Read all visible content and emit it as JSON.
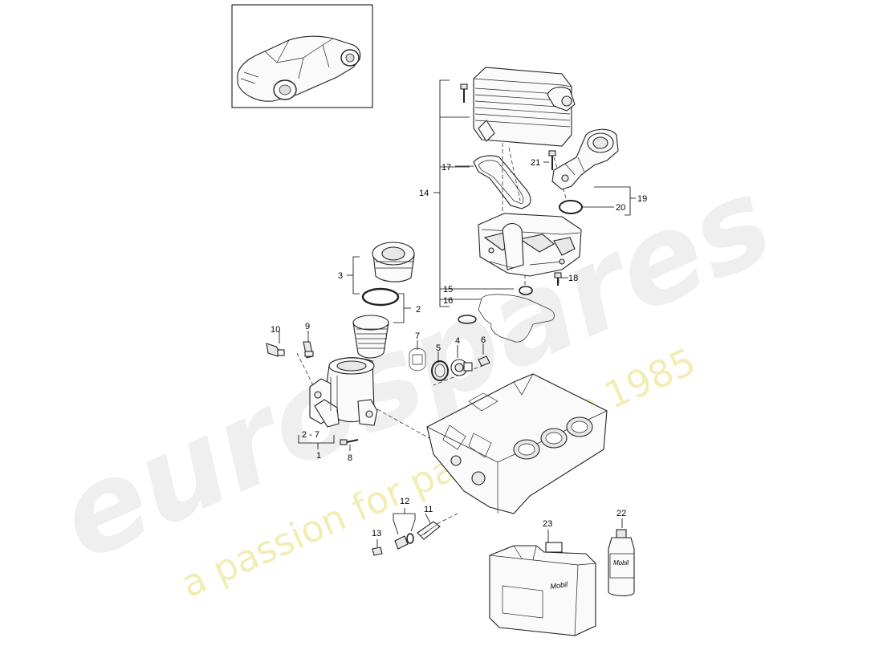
{
  "watermark": {
    "brand": "eurospares",
    "tagline": "a passion for parts since 1985"
  },
  "labels": {
    "p1": "1",
    "p2": "2",
    "p2_7": "2 - 7",
    "p3": "3",
    "p4": "4",
    "p5": "5",
    "p6": "6",
    "p7": "7",
    "p8": "8",
    "p9": "9",
    "p10": "10",
    "p11": "11",
    "p12": "12",
    "p13": "13",
    "p14": "14",
    "p15": "15",
    "p16": "16",
    "p17": "17",
    "p18": "18",
    "p19": "19",
    "p20": "20",
    "p21": "21",
    "p22": "22",
    "p23": "23"
  },
  "product_text": {
    "can_brand": "Mobil",
    "bottle_brand": "Mobil"
  }
}
